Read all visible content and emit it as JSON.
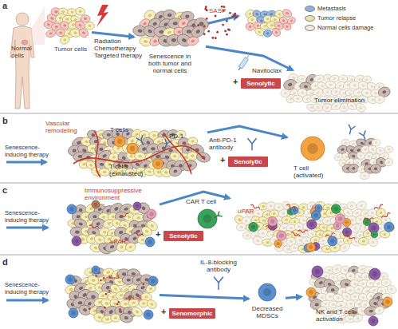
{
  "diagram": {
    "nodes": [
      {
        "text": [
          "Tumor cells"
        ]
      },
      {
        "text": [
          "Senescence in both tumor and normal cells"
        ]
      },
      {
        "text": [
          "Senolytic"
        ]
      },
      {
        "text": [
          "Tumor elimination"
        ]
      },
      {
        "text": [
          "Vascular remodeling",
          "T cells (exhausted)"
        ]
      },
      {
        "text": [
          "Senolytic"
        ]
      },
      {
        "text": [
          "T cell (activated)"
        ]
      },
      {
        "text": [
          "Immunosuppressive environment",
          "uPAR"
        ]
      },
      {
        "text": [
          "CAR T cell"
        ]
      },
      {
        "text": [
          "Senolytic"
        ]
      },
      {
        "text": [
          "uPAR"
        ]
      },
      {
        "text": [
          "IL-8",
          "IL-8"
        ]
      },
      {
        "text": [
          "IL-8-blocking antibody"
        ]
      },
      {
        "text": [
          "Senomorphic"
        ]
      },
      {
        "text": [
          "Decreased MDSCs"
        ]
      },
      {
        "text": [
          "NK and T cell activation"
        ]
      }
    ],
    "edges": [
      {
        "from": 0,
        "to": 1,
        "label": "Radiation Chemotherapy Targeted therapy",
        "arrow": "to"
      },
      {
        "from": 1,
        "to": 3,
        "arrow": "to"
      },
      {
        "from": 4,
        "to": 6,
        "arrow": "to"
      },
      {
        "from": 7,
        "to": 10,
        "arrow": "to"
      },
      {
        "from": 11,
        "to": 14,
        "arrow": "to"
      },
      {
        "from": 14,
        "to": 15,
        "arrow": "to"
      }
    ],
    "labels": [
      "a",
      "Normal cells",
      "SASP",
      "Navitoclax",
      "+",
      "b",
      "Senescence-inducing therapy",
      "T cells",
      "PD-1",
      "Anti-PD-1 antibody",
      "+",
      "c",
      "Senescence-inducing therapy",
      "+",
      "d",
      "Senescence-inducing therapy",
      "+"
    ],
    "legend": [
      {
        "text": "Metastasis",
        "color": "#8fb0db"
      },
      {
        "text": "Tumor relapse",
        "color": "#efe2a6"
      },
      {
        "text": "Normal cells damage",
        "color": "#f6e6e0"
      }
    ]
  }
}
